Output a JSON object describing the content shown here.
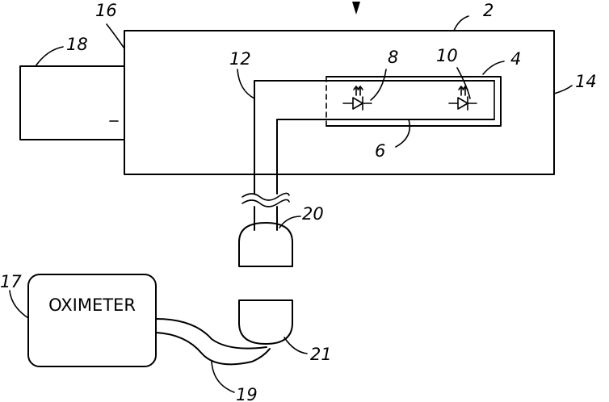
{
  "oximeter": {
    "label": "OXIMETER"
  },
  "refs": {
    "r2": "2",
    "r4": "4",
    "r6": "6",
    "r8": "8",
    "r10": "10",
    "r12": "12",
    "r14": "14",
    "r16": "16",
    "r17": "17",
    "r18": "18",
    "r19": "19",
    "r20": "20",
    "r21": "21"
  }
}
